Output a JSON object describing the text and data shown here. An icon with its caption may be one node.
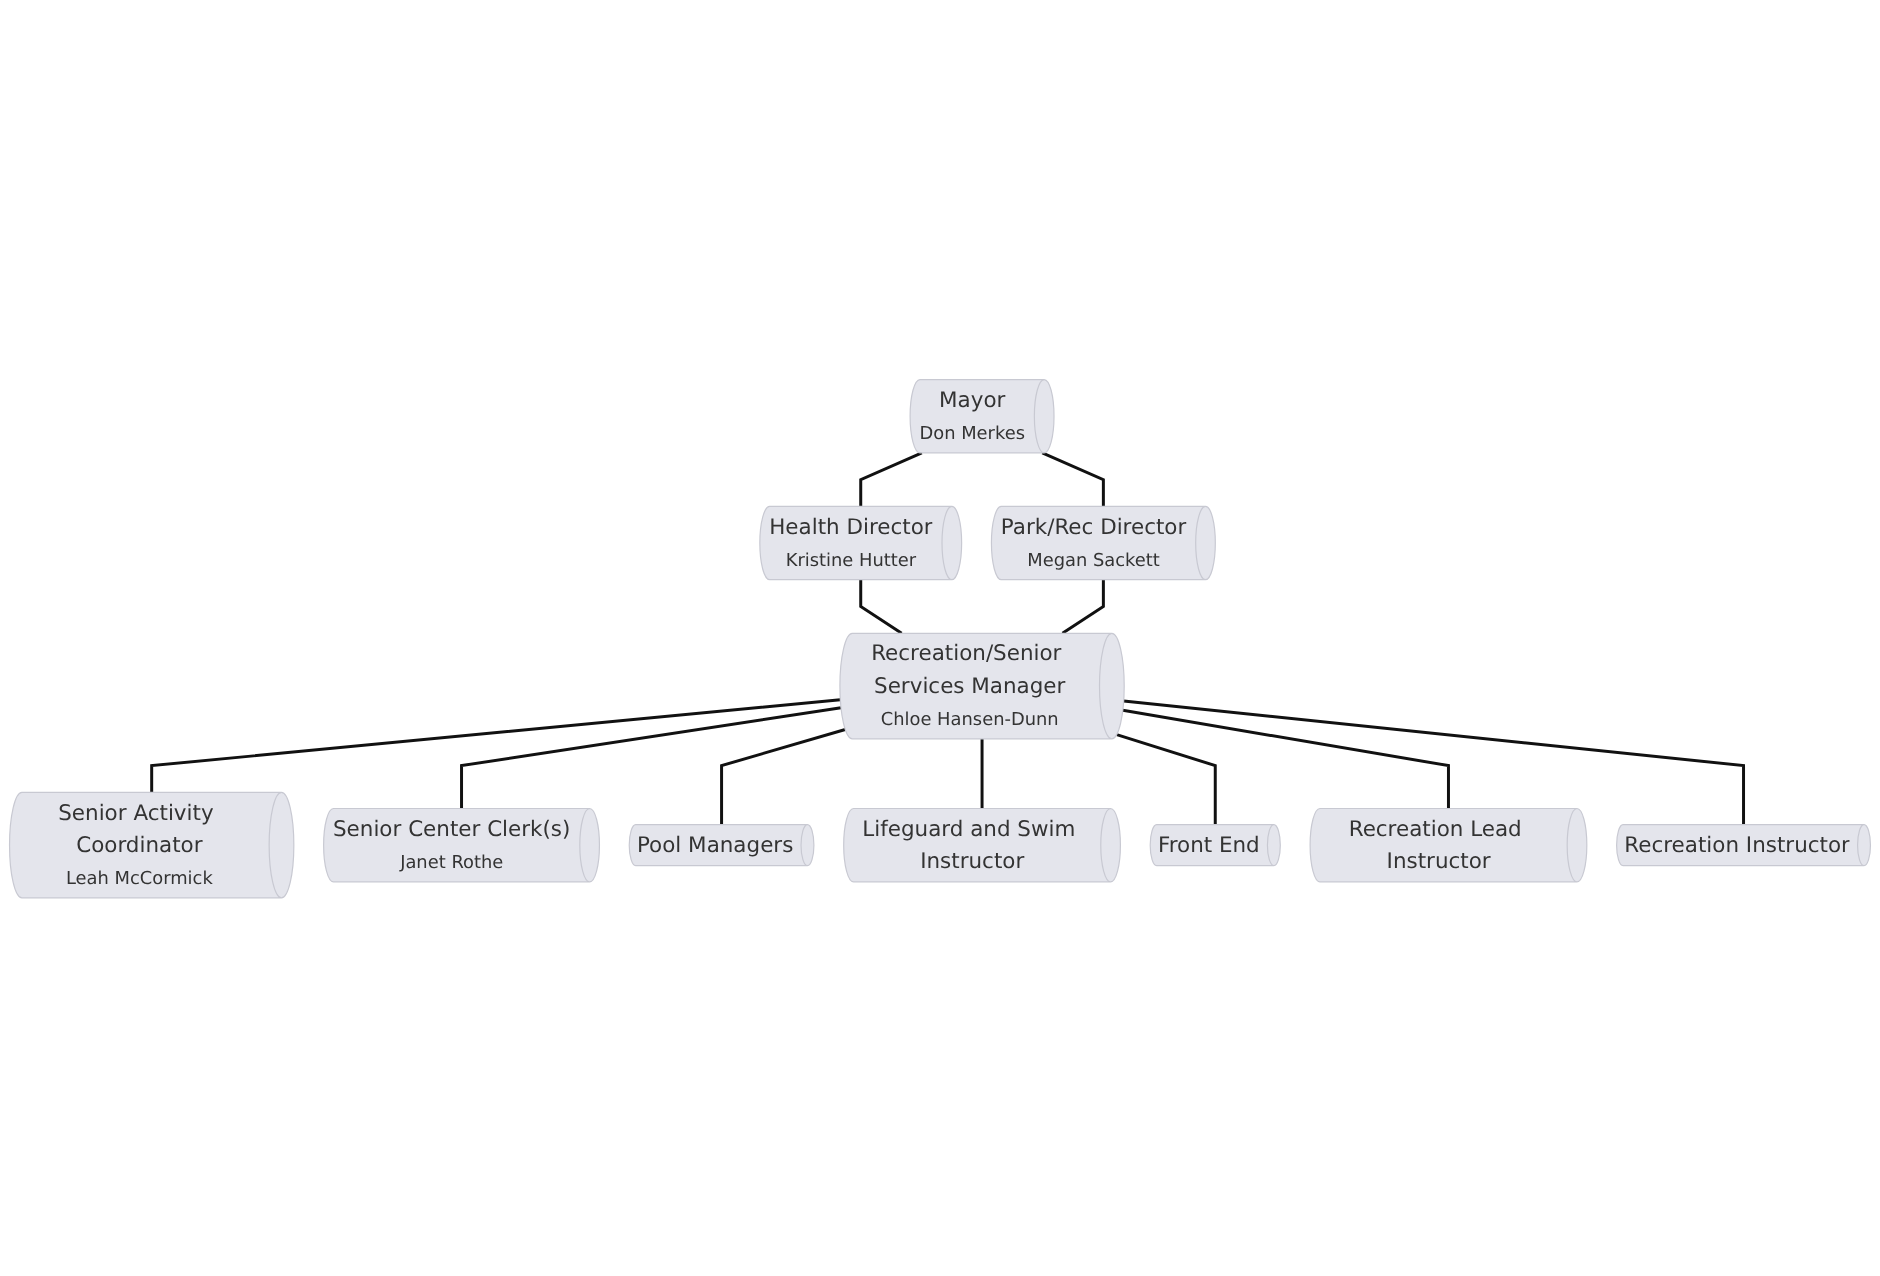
{
  "diagram": {
    "nodes": [
      {
        "text": [
          "Mayor",
          "Don Merkes"
        ]
      },
      {
        "text": [
          "Health Director",
          "Kristine Hutter"
        ]
      },
      {
        "text": [
          "Park/Rec Director",
          "Megan Sackett"
        ]
      },
      {
        "text": [
          "Recreation/Senior Services Manager",
          "Chloe Hansen-Dunn"
        ]
      },
      {
        "text": [
          "Senior Activity Coordinator",
          "Leah McCormick"
        ]
      },
      {
        "text": [
          "Senior Center Clerk(s)",
          "Janet Rothe"
        ]
      },
      {
        "text": [
          "Pool Managers"
        ]
      },
      {
        "text": [
          "Lifeguard and Swim Instructor"
        ]
      },
      {
        "text": [
          "Front End"
        ]
      },
      {
        "text": [
          "Recreation Lead Instructor"
        ]
      },
      {
        "text": [
          "Recreation Instructor"
        ]
      }
    ],
    "edges": [
      {
        "from": 0,
        "to": 1,
        "arrow": "none"
      },
      {
        "from": 0,
        "to": 2,
        "arrow": "none"
      },
      {
        "from": 1,
        "to": 3,
        "arrow": "none"
      },
      {
        "from": 2,
        "to": 3,
        "arrow": "none"
      },
      {
        "from": 3,
        "to": 4,
        "arrow": "none"
      },
      {
        "from": 3,
        "to": 5,
        "arrow": "none"
      },
      {
        "from": 3,
        "to": 6,
        "arrow": "none"
      },
      {
        "from": 3,
        "to": 7,
        "arrow": "none"
      },
      {
        "from": 3,
        "to": 8,
        "arrow": "none"
      },
      {
        "from": 3,
        "to": 9,
        "arrow": "none"
      },
      {
        "from": 3,
        "to": 10,
        "arrow": "none"
      }
    ]
  }
}
